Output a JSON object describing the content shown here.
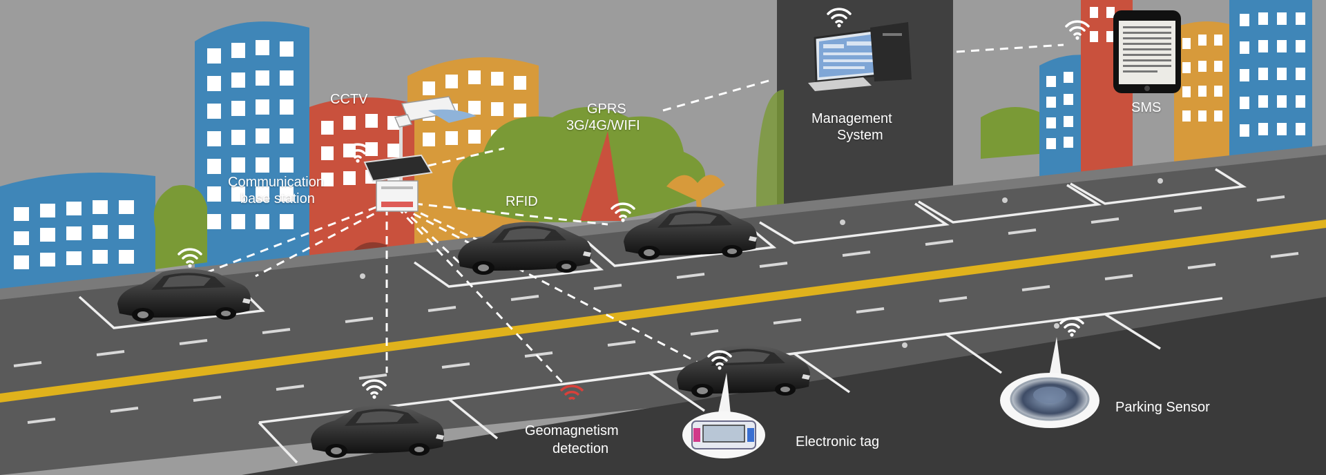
{
  "labels": {
    "cctv": "CCTV",
    "gprs_line1": "GPRS",
    "gprs_line2": "3G/4G/WIFI",
    "base_station_line1": "Communication",
    "base_station_line2": "base station",
    "rfid": "RFID",
    "management_line1": "Management",
    "management_line2": "System",
    "sms": "SMS",
    "geomagnetism_line1": "Geomagnetism",
    "geomagnetism_line2": "detection",
    "electronic_tag": "Electronic tag",
    "parking_sensor": "Parking Sensor"
  },
  "icons": [
    "cctv-camera-icon",
    "solar-panel-icon",
    "base-station-icon",
    "desktop-computer-icon",
    "smartphone-icon",
    "wifi-signal-icon",
    "car-icon",
    "electronic-tag-icon",
    "parking-sensor-icon"
  ],
  "colors": {
    "sky": "#9c9c9c",
    "road": "#5a5a5a",
    "road_dark": "#3a3a3a",
    "center_line": "#e0b21c",
    "building_blue": "#3f86b8",
    "building_orange": "#d79a3b",
    "building_red": "#c9513d",
    "tree_green": "#7a9a36",
    "management_panel": "#404040",
    "signal_red": "#d9403a"
  }
}
